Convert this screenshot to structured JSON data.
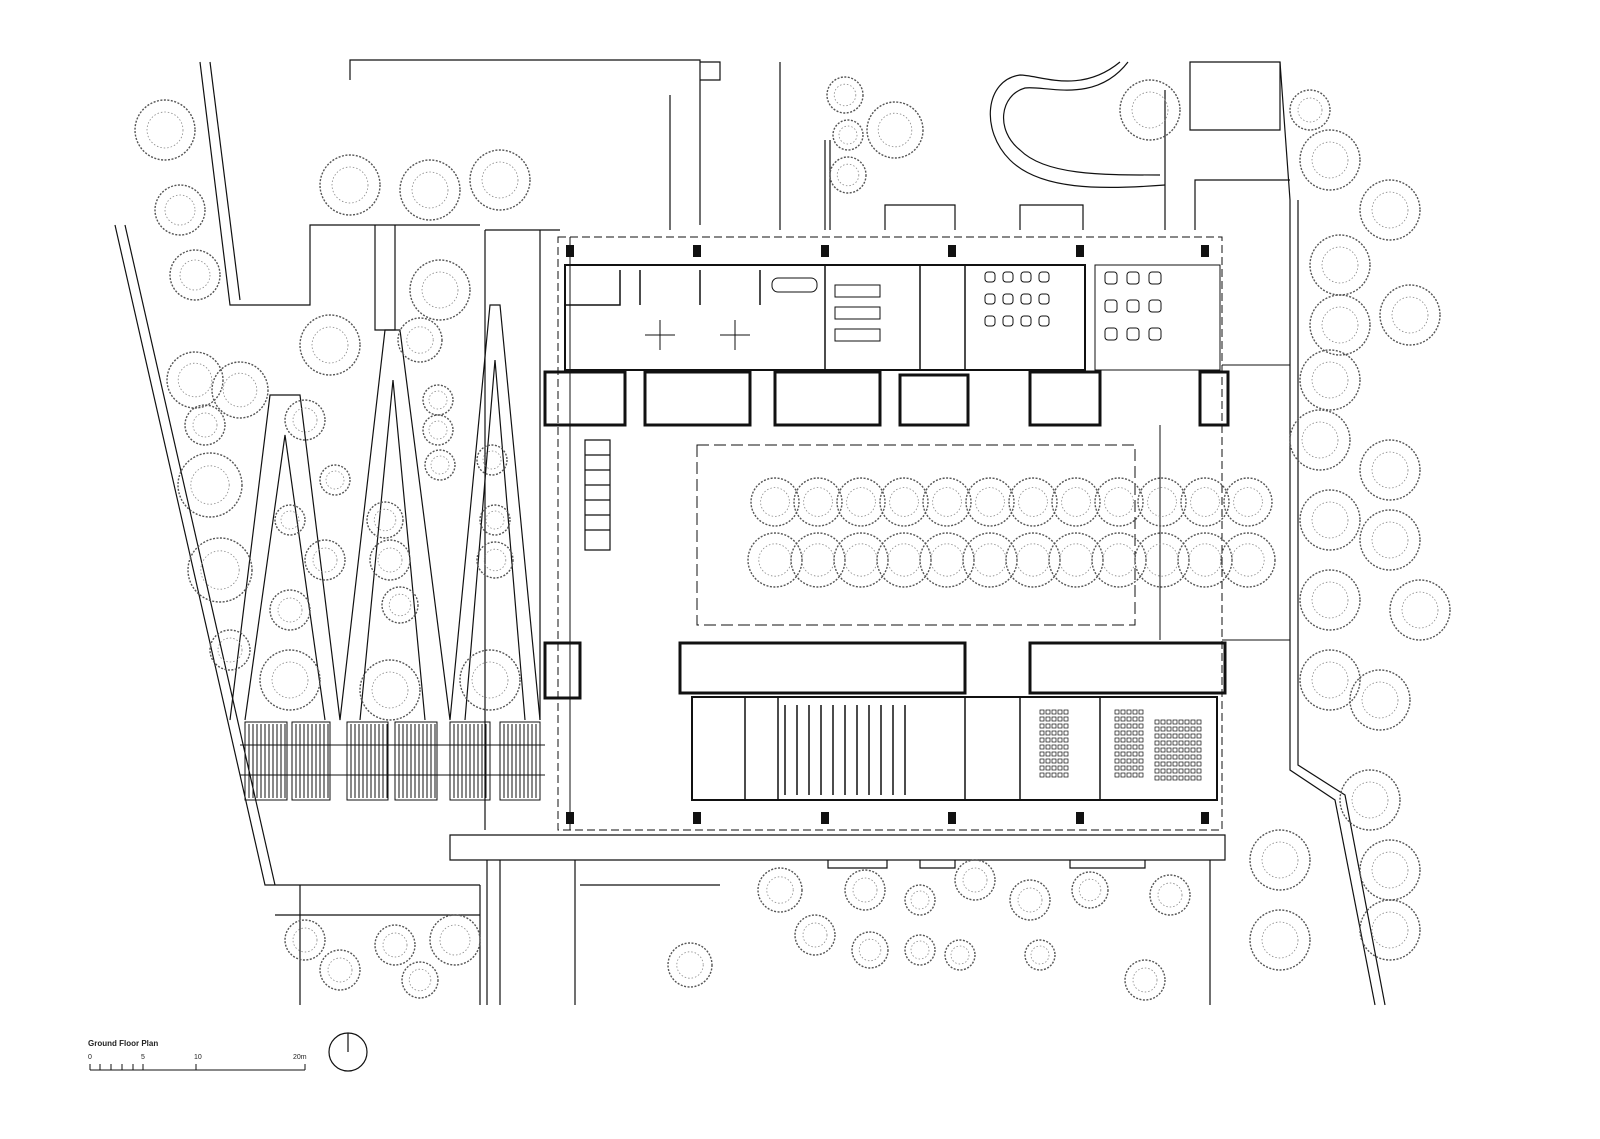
{
  "drawing": {
    "title": "Ground Floor Plan",
    "scale_bar": {
      "ticks": [
        "0",
        "5",
        "10",
        "20m"
      ]
    },
    "north_arrow": "north-arrow-icon",
    "colors": {
      "line": "#111111",
      "tree": "#555555",
      "background": "#ffffff"
    }
  }
}
